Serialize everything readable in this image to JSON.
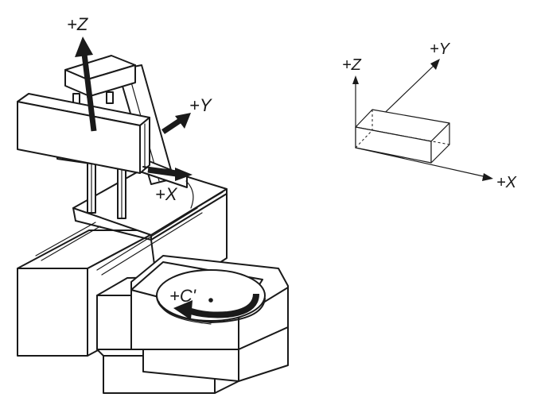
{
  "machine_labels": {
    "z": "+Z",
    "y": "+Y",
    "x": "+X",
    "c": "+C'"
  },
  "coordinate_system_labels": {
    "z": "+Z",
    "y": "+Y",
    "x": "+X"
  }
}
